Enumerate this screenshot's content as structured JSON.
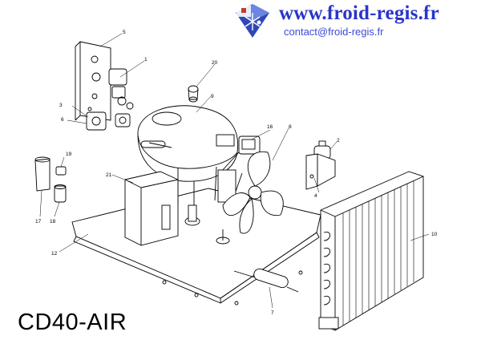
{
  "header": {
    "logo_icon": "snowflake-shield-icon",
    "site_url": "www.froid-regis.fr",
    "contact_email": "contact@froid-regis.fr"
  },
  "model_label": "CD40-AIR",
  "callouts": [
    "1",
    "2",
    "3",
    "4",
    "5",
    "6",
    "7",
    "8",
    "9",
    "10",
    "12",
    "16",
    "17",
    "18",
    "19",
    "20",
    "21"
  ],
  "colors": {
    "url_blue": "#2a35c8",
    "logo_blue": "#2f47b8",
    "logo_red": "#c83a2a",
    "line": "#000000"
  }
}
